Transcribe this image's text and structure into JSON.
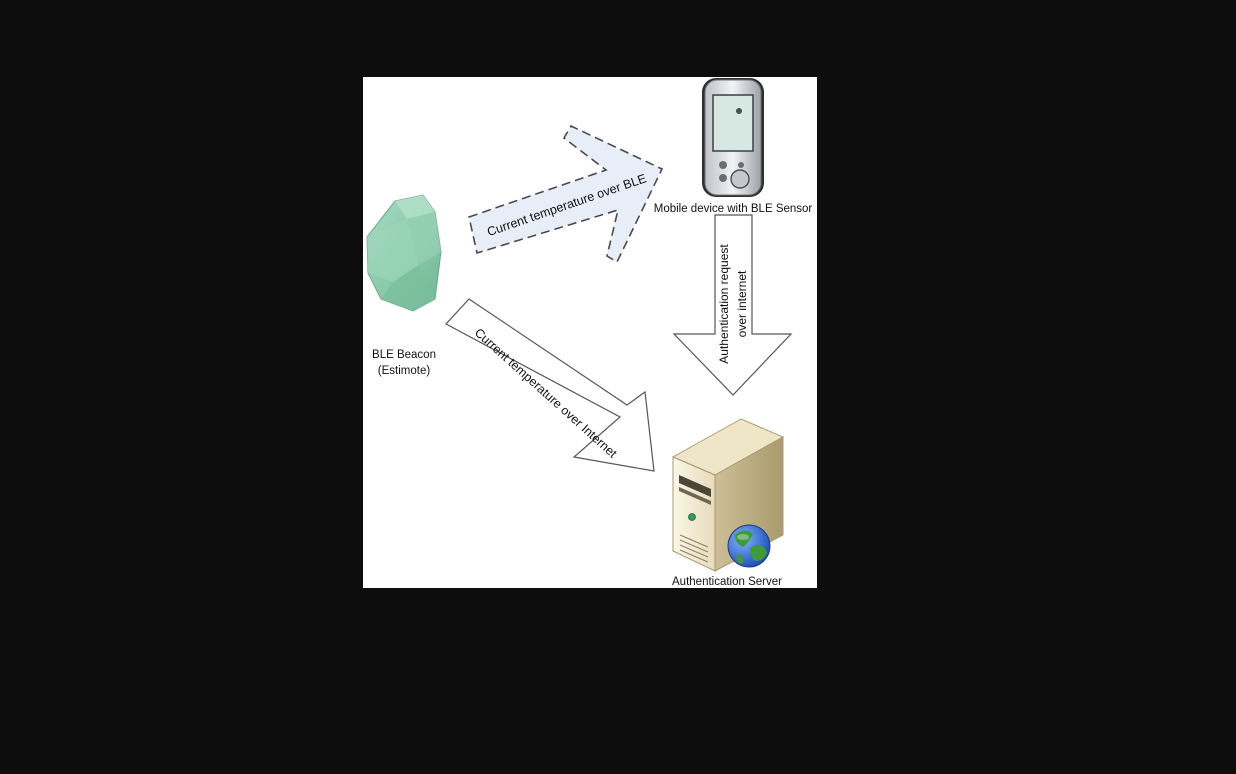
{
  "diagram": {
    "nodes": {
      "beacon": {
        "label_line1": "BLE Beacon",
        "label_line2": "(Estimote)",
        "icon": "beacon-stone-icon",
        "color": "#8fcfae"
      },
      "mobile": {
        "label": "Mobile device with BLE Sensor",
        "icon": "pda-phone-icon"
      },
      "server": {
        "label": "Authentication Server",
        "icon": "server-tower-icon",
        "badge_icon": "globe-icon"
      }
    },
    "edges": {
      "beacon_to_mobile": {
        "label": "Current temperature over BLE",
        "style": "dashed",
        "fill": "#e8eef8"
      },
      "beacon_to_server": {
        "label": "Current temperature over Internet",
        "style": "solid",
        "fill": "#ffffff"
      },
      "mobile_to_server": {
        "label_line1": "Authentication request",
        "label_line2": "over internet",
        "style": "solid",
        "fill": "#ffffff"
      }
    }
  }
}
